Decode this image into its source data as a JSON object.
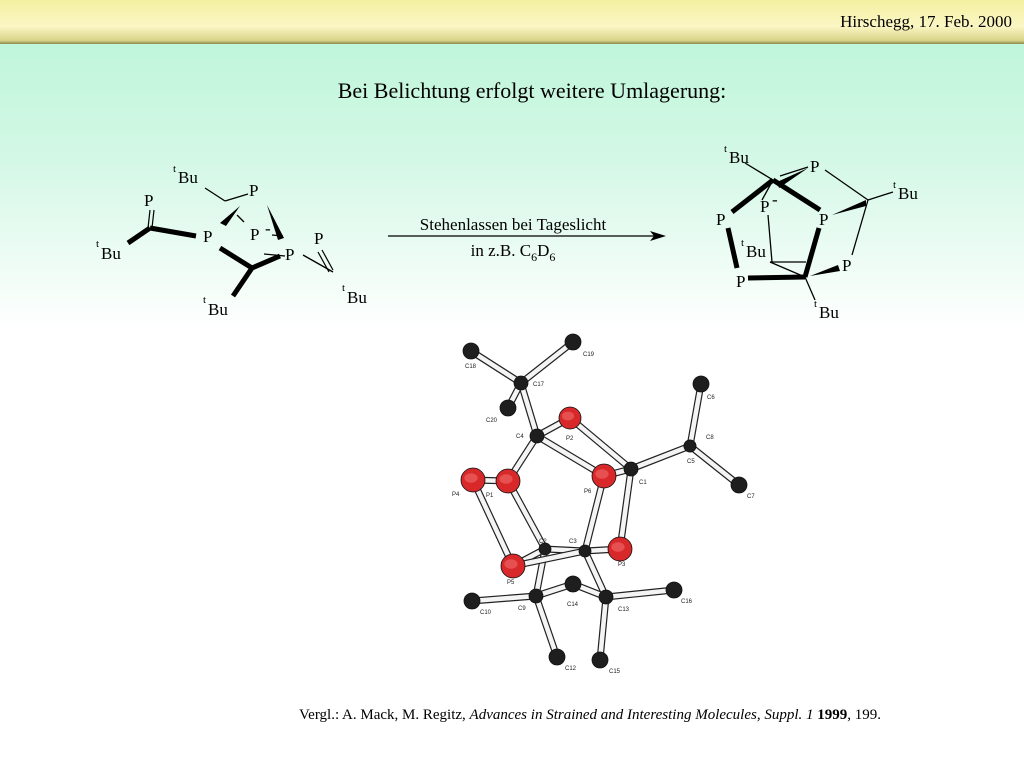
{
  "header": {
    "date_text": "Hirschegg, 17. Feb. 2000"
  },
  "slide": {
    "title": "Bei Belichtung erfolgt weitere Umlagerung:"
  },
  "reaction": {
    "condition_line1": "Stehenlassen bei Tageslicht",
    "condition_line2_prefix": "in z.B. C",
    "subscript_1": "6",
    "condition_line2_mid": "D",
    "subscript_2": "6"
  },
  "labels": {
    "phosphorus": "P",
    "tert_prefix": "t",
    "butyl": "Bu",
    "minus": "-"
  },
  "crystal_structure": {
    "atoms": [
      "C18",
      "C19",
      "C17",
      "C20",
      "C4",
      "P2",
      "C6",
      "C8",
      "C5",
      "P4",
      "P1",
      "P6",
      "C1",
      "C7",
      "C2",
      "C3",
      "P5",
      "P3",
      "C10",
      "C9",
      "C14",
      "C13",
      "C16",
      "C12",
      "C15"
    ]
  },
  "reference": {
    "prefix": "Vergl.: A. Mack, M. Regitz, ",
    "journal": "Advances in Strained and Interesting Molecules, Suppl. 1",
    "year": "1999",
    "pages": ", 199."
  },
  "colors": {
    "phosphorus_atom": "#d8282a",
    "carbon_atom": "#1e1e1e",
    "bond_fill": "#f4f4f4"
  }
}
